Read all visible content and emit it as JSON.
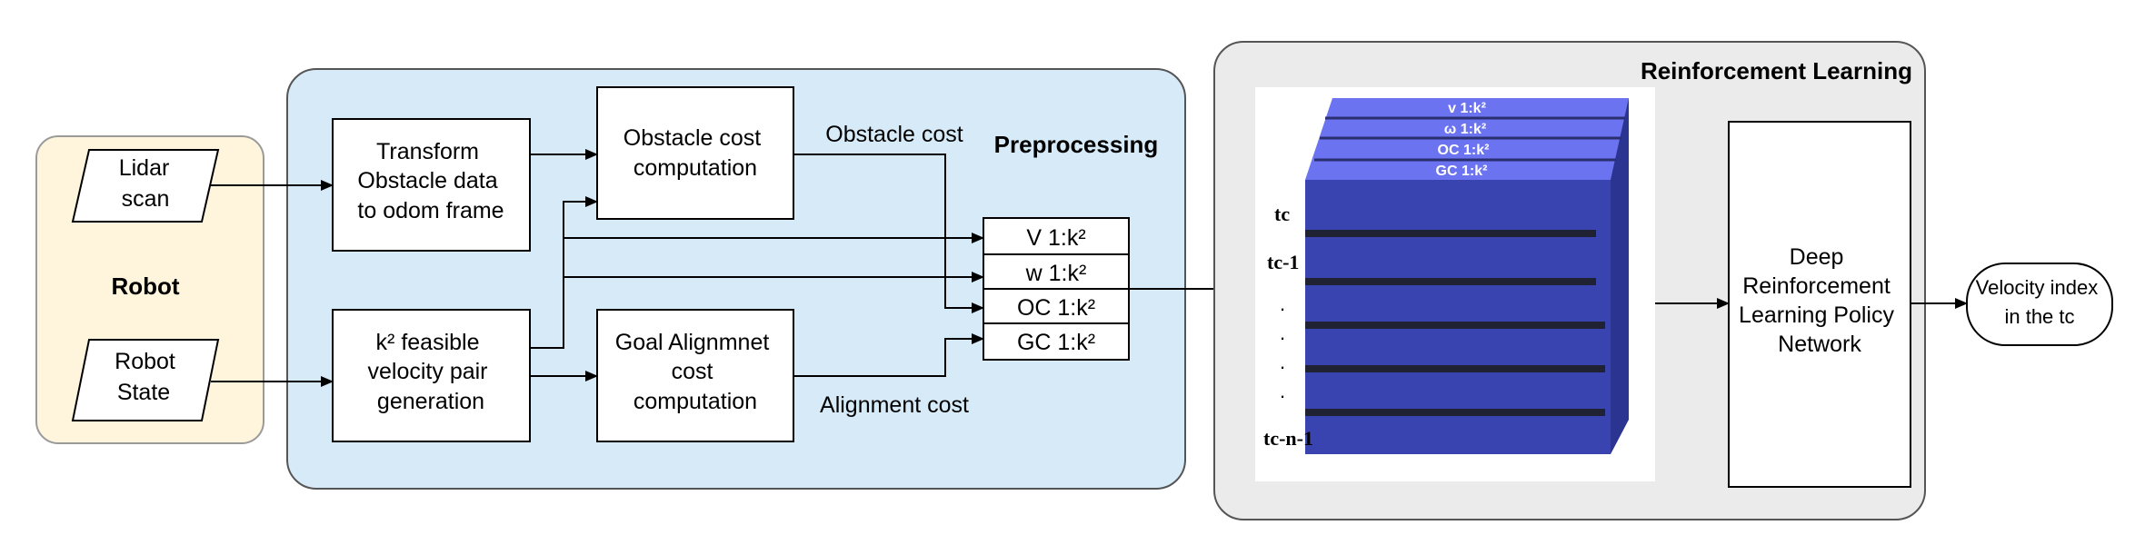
{
  "robot": {
    "title": "Robot",
    "lidar": [
      "Lidar",
      "scan"
    ],
    "state": [
      "Robot",
      "State"
    ]
  },
  "preprocessing": {
    "title": "Preprocessing",
    "transform": [
      "Transform",
      "Obstacle data",
      "to odom frame"
    ],
    "velocity_pairs": [
      "k² feasible",
      "velocity pair",
      "generation"
    ],
    "obstacle_cost_box": [
      "Obstacle cost",
      "computation"
    ],
    "goal_cost_box": [
      "Goal Alignmnet",
      "cost",
      "computation"
    ],
    "obstacle_cost_label": "Obstacle cost",
    "alignment_cost_label": "Alignment cost",
    "stack_rows": [
      "V 1:k²",
      "w 1:k²",
      "OC 1:k²",
      "GC 1:k²"
    ]
  },
  "rl": {
    "title": "Reinforcement Learning",
    "cube_rows": [
      "v 1:k²",
      "ω 1:k²",
      "OC 1:k²",
      "GC 1:k²"
    ],
    "time_labels": [
      "tc",
      "tc-1",
      "tc-n-1"
    ],
    "dots": [
      ".",
      ".",
      ".",
      "."
    ],
    "network": [
      "Deep",
      "Reinforcement",
      "Learning Policy",
      "Network"
    ]
  },
  "output": [
    "Velocity index",
    "in the tc"
  ],
  "colors": {
    "robot_fill": "#fff5dc",
    "preprocessing_fill": "#d6eaf8",
    "rl_fill": "#ebebeb",
    "cube_top": "#6b73f0",
    "cube_front": "#3a44b0",
    "cube_side": "#2b3490"
  }
}
